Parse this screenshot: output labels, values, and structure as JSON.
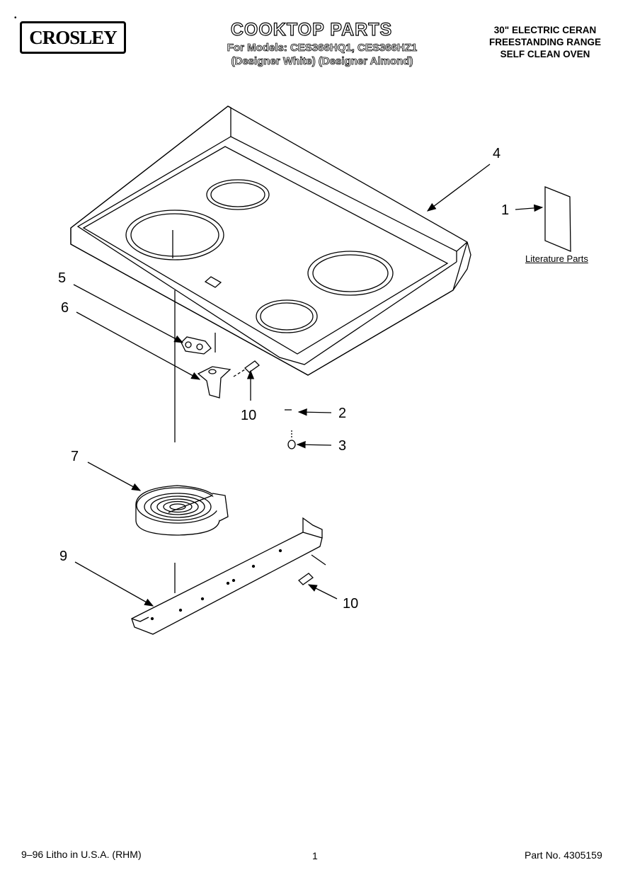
{
  "header": {
    "logo_text": "CROSLEY",
    "title": "COOKTOP PARTS",
    "models_line1": "For Models: CES366HQ1, CES366HZ1",
    "models_line2": "(Designer White) (Designer Almond)",
    "product_line1": "30\" ELECTRIC CERAN",
    "product_line2": "FREESTANDING RANGE",
    "product_line3": "SELF CLEAN OVEN"
  },
  "callouts": {
    "c1": "1",
    "c2": "2",
    "c3": "3",
    "c4": "4",
    "c5": "5",
    "c6": "6",
    "c7": "7",
    "c9": "9",
    "c10a": "10",
    "c10b": "10"
  },
  "literature_label": "Literature Parts",
  "footer": {
    "left": "9–96 Litho in U.S.A. (RHM)",
    "page": "1",
    "part_number": "Part No. 4305159"
  }
}
